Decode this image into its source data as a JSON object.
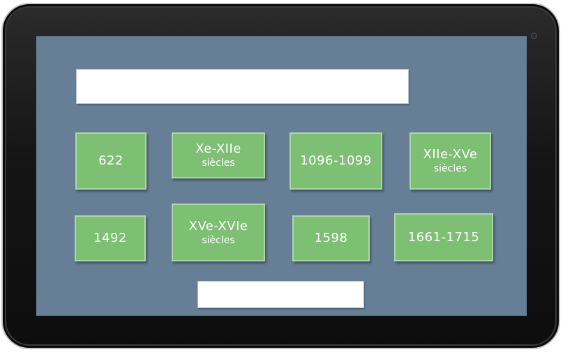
{
  "cards": [
    {
      "main": "622",
      "sub": ""
    },
    {
      "main": "Xe-XIIe",
      "sub": "siècles"
    },
    {
      "main": "1096-1099",
      "sub": ""
    },
    {
      "main": "XIIe-XVe",
      "sub": "siècles"
    },
    {
      "main": "1492",
      "sub": ""
    },
    {
      "main": "XVe-XVIe",
      "sub": "siècles"
    },
    {
      "main": "1598",
      "sub": ""
    },
    {
      "main": "1661-1715",
      "sub": ""
    }
  ],
  "colors": {
    "screen": "#667f97",
    "card": "#7dbf73",
    "card_border": "#aed8a6",
    "answer_box": "#ffffff"
  }
}
